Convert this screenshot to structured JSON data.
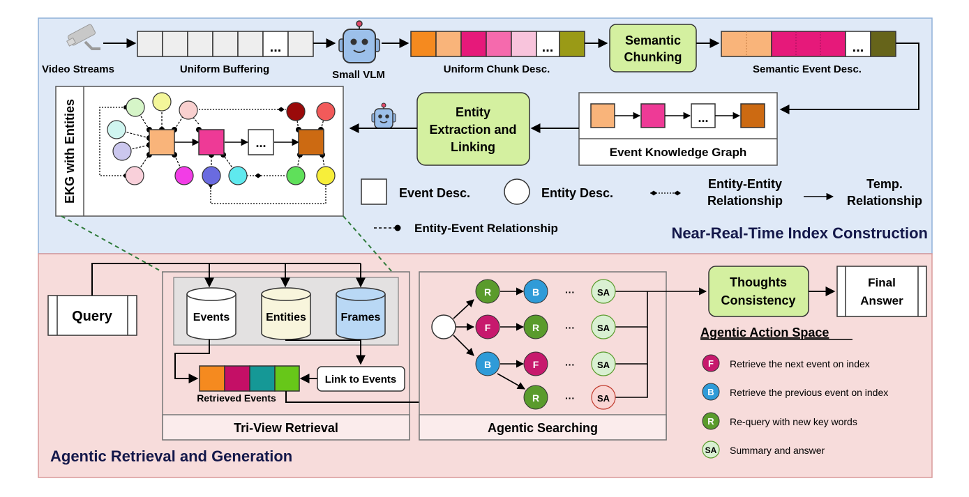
{
  "top_panel": {
    "title": "Near-Real-Time Index Construction",
    "video_streams": "Video Streams",
    "uniform_buffering": "Uniform Buffering",
    "small_vlm": "Small VLM",
    "uniform_chunk_desc": "Uniform Chunk Desc.",
    "semantic_chunking_line1": "Semantic",
    "semantic_chunking_line2": "Chunking",
    "semantic_event_desc": "Semantic Event Desc.",
    "ellipsis": "...",
    "event_knowledge_graph": "Event Knowledge Graph",
    "entity_extraction_line1": "Entity",
    "entity_extraction_line2": "Extraction and",
    "entity_extraction_line3": "Linking",
    "ekg_with_entities": "EKG with Entities"
  },
  "legend": {
    "event_desc": "Event Desc.",
    "entity_desc": "Entity Desc.",
    "entity_entity_line1": "Entity-Entity",
    "entity_entity_line2": "Relationship",
    "temp_line1": "Temp.",
    "temp_line2": "Relationship",
    "entity_event": "Entity-Event Relationship"
  },
  "bottom_panel": {
    "title": "Agentic Retrieval and Generation",
    "query": "Query",
    "db_events": "Events",
    "db_entities": "Entities",
    "db_frames": "Frames",
    "link_to_events": "Link to Events",
    "retrieved_events": "Retrieved Events",
    "tri_view_retrieval": "Tri-View Retrieval",
    "agentic_searching": "Agentic Searching",
    "thoughts_line1": "Thoughts",
    "thoughts_line2": "Consistency",
    "final_line1": "Final",
    "final_line2": "Answer",
    "dots": "···"
  },
  "search_nodes": {
    "r": "R",
    "b": "B",
    "f": "F",
    "sa": "SA"
  },
  "action_space": {
    "title": "Agentic Action Space",
    "items": [
      {
        "badge": "F",
        "text": "Retrieve the next event on index"
      },
      {
        "badge": "B",
        "text": "Retrieve the previous event on index"
      },
      {
        "badge": "R",
        "text": "Re-query with new key words"
      },
      {
        "badge": "SA",
        "text": "Summary and answer"
      }
    ]
  },
  "colors": {
    "top_bg": "#dfe9f7",
    "bottom_bg": "#f7dcdb",
    "green_box": "#d4f0a0",
    "node_r": "#5a9b2c",
    "node_b": "#2f9bd8",
    "node_f": "#c7196d",
    "node_sa": "#d9f0d2",
    "title_navy": "#14184a"
  }
}
